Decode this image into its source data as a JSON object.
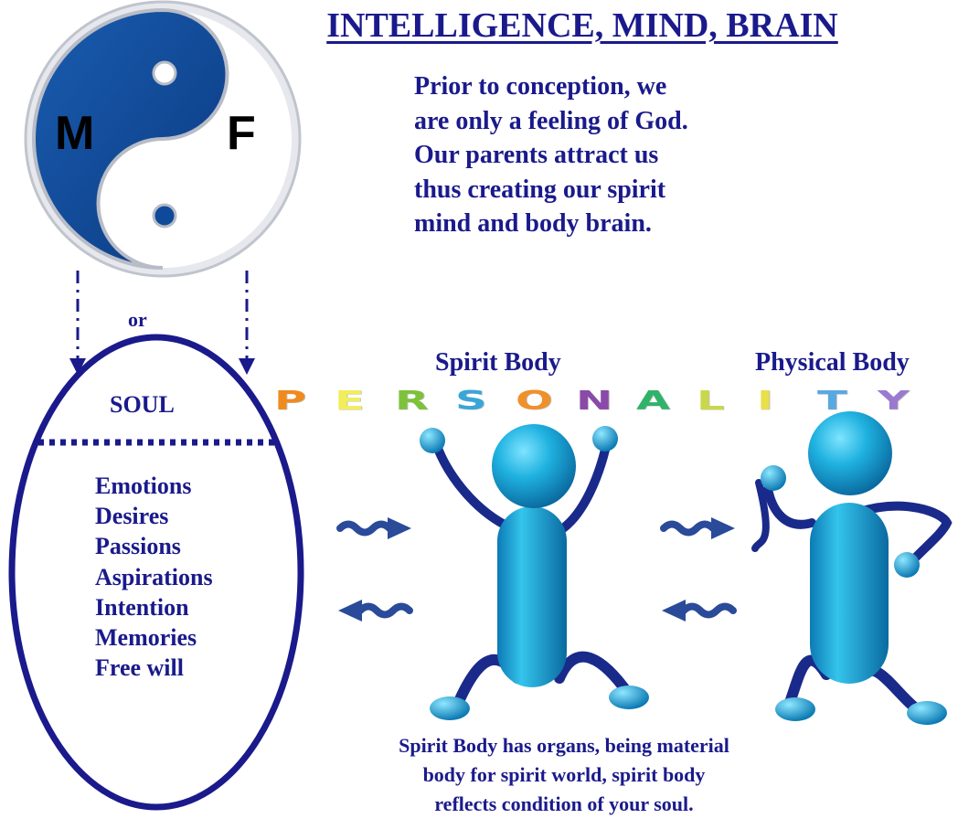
{
  "title": "INTELLIGENCE, MIND, BRAIN",
  "intro_lines": [
    "Prior to conception, we",
    "are only a feeling of God.",
    "Our parents attract us",
    "thus creating our spirit",
    "mind and body brain."
  ],
  "yin_yang": {
    "left_letter": "M",
    "right_letter": "F"
  },
  "or_label": "or",
  "soul": {
    "heading": "SOUL",
    "items": [
      "Emotions",
      "Desires",
      "Passions",
      "Aspirations",
      "Intention",
      "Memories",
      "Free will"
    ]
  },
  "personality": {
    "letters": [
      "P",
      "E",
      "R",
      "S",
      "O",
      "N",
      "A",
      "L",
      "I",
      "T",
      "Y"
    ],
    "colors": [
      "#f08a1e",
      "#f2ee5a",
      "#7dc23a",
      "#3aa6d8",
      "#f0902a",
      "#8a4aa8",
      "#2fb36a",
      "#c9d84a",
      "#e8e04a",
      "#5aa8e0",
      "#9a7ad0"
    ]
  },
  "spirit_body_label": "Spirit Body",
  "physical_body_label": "Physical Body",
  "caption_lines": [
    "Spirit Body has organs, being material",
    "body for spirit world, spirit body",
    "reflects condition of your soul."
  ],
  "colors": {
    "navy": "#1a1a8c",
    "yin": "#0f4a9a",
    "figure": "#1aa0d0"
  }
}
